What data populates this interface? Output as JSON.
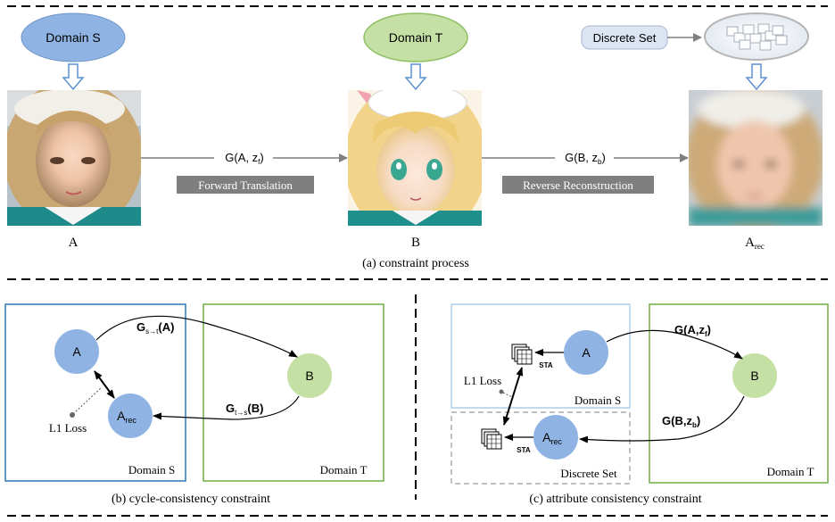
{
  "top": {
    "domain_s": "Domain S",
    "domain_t": "Domain T",
    "discrete_set": "Discrete Set",
    "img_a_label": "A",
    "img_b_label": "B",
    "img_arec_label": "A",
    "img_arec_sub": "rec",
    "fwd_formula": "G(A, z",
    "fwd_formula_sub": "f",
    "fwd_formula_end": ")",
    "rev_formula": "G(B, z",
    "rev_formula_sub": "b",
    "rev_formula_end": ")",
    "forward_translation": "Forward Translation",
    "reverse_reconstruction": "Reverse Reconstruction",
    "caption": "(a) constraint process"
  },
  "panel_b": {
    "node_a": "A",
    "node_b": "B",
    "node_arec": "A",
    "node_arec_sub": "rec",
    "g_st": "G",
    "g_st_sub": "s→t",
    "g_st_end": "(A)",
    "g_ts": "G",
    "g_ts_sub": "t→s",
    "g_ts_end": "(B)",
    "l1_loss": "L1 Loss",
    "domain_s": "Domain S",
    "domain_t": "Domain T",
    "caption": "(b) cycle-consistency constraint"
  },
  "panel_c": {
    "node_a": "A",
    "node_b": "B",
    "node_arec": "A",
    "node_arec_sub": "rec",
    "g_az": "G(A,z",
    "g_az_sub": "f",
    "g_az_end": ")",
    "g_bz": "G(B,z",
    "g_bz_sub": "b",
    "g_bz_end": ")",
    "sta_top": "STA",
    "sta_bottom": "STA",
    "l1_loss": "L1 Loss",
    "domain_s": "Domain S",
    "discrete_set": "Discrete Set",
    "domain_t": "Domain T",
    "caption": "(c) attribute consistency constraint"
  },
  "colors": {
    "blue_node": "#8fb4e3",
    "green_node": "#c5e0a5",
    "blue_border": "#2e75b6",
    "green_border": "#70ad47",
    "gray_bar": "#7f7f7f"
  }
}
